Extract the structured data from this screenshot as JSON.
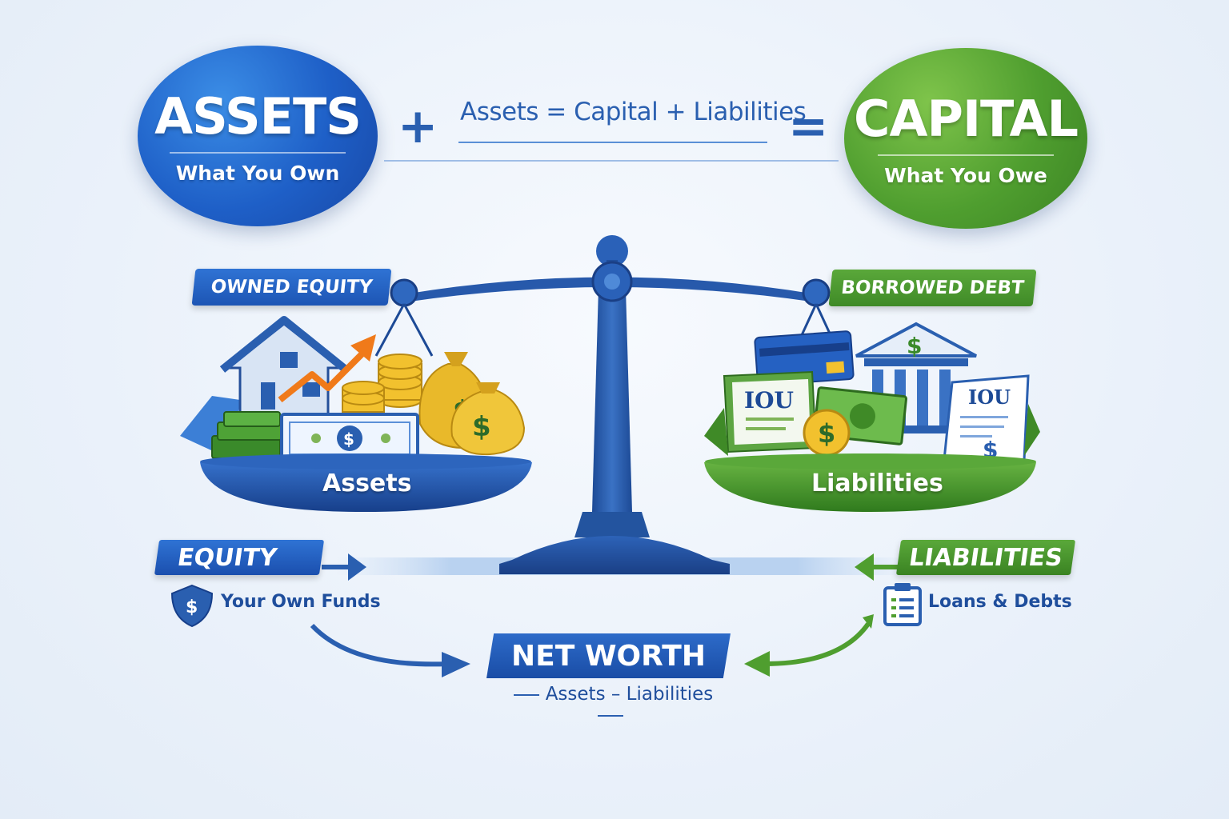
{
  "top": {
    "assets": {
      "title": "ASSETS",
      "subtitle": "What You Own"
    },
    "capital": {
      "title": "CAPITAL",
      "subtitle": "What You Owe"
    },
    "plus_sign": "+",
    "equals_sign": "=",
    "formula": "Assets = Capital + Liabilities"
  },
  "scale": {
    "left_ribbon": "OWNED EQUITY",
    "right_ribbon": "BORROWED DEBT",
    "left_pan_label": "Assets",
    "right_pan_label": "Liabilities",
    "iou_text": "IOU",
    "currency_symbol": "$"
  },
  "bottom": {
    "equity": {
      "title": "EQUITY",
      "caption": "Your Own Funds"
    },
    "liabilities": {
      "title": "LIABILITIES",
      "caption": "Loans & Debts"
    },
    "net_worth": {
      "title": "NET WORTH",
      "formula": "Assets – Liabilities"
    }
  },
  "colors": {
    "blue": "#1e5fc7",
    "green": "#4f9e2f",
    "dark_blue": "#1a4da6",
    "gold": "#f2c12e",
    "orange": "#f07a1a"
  }
}
